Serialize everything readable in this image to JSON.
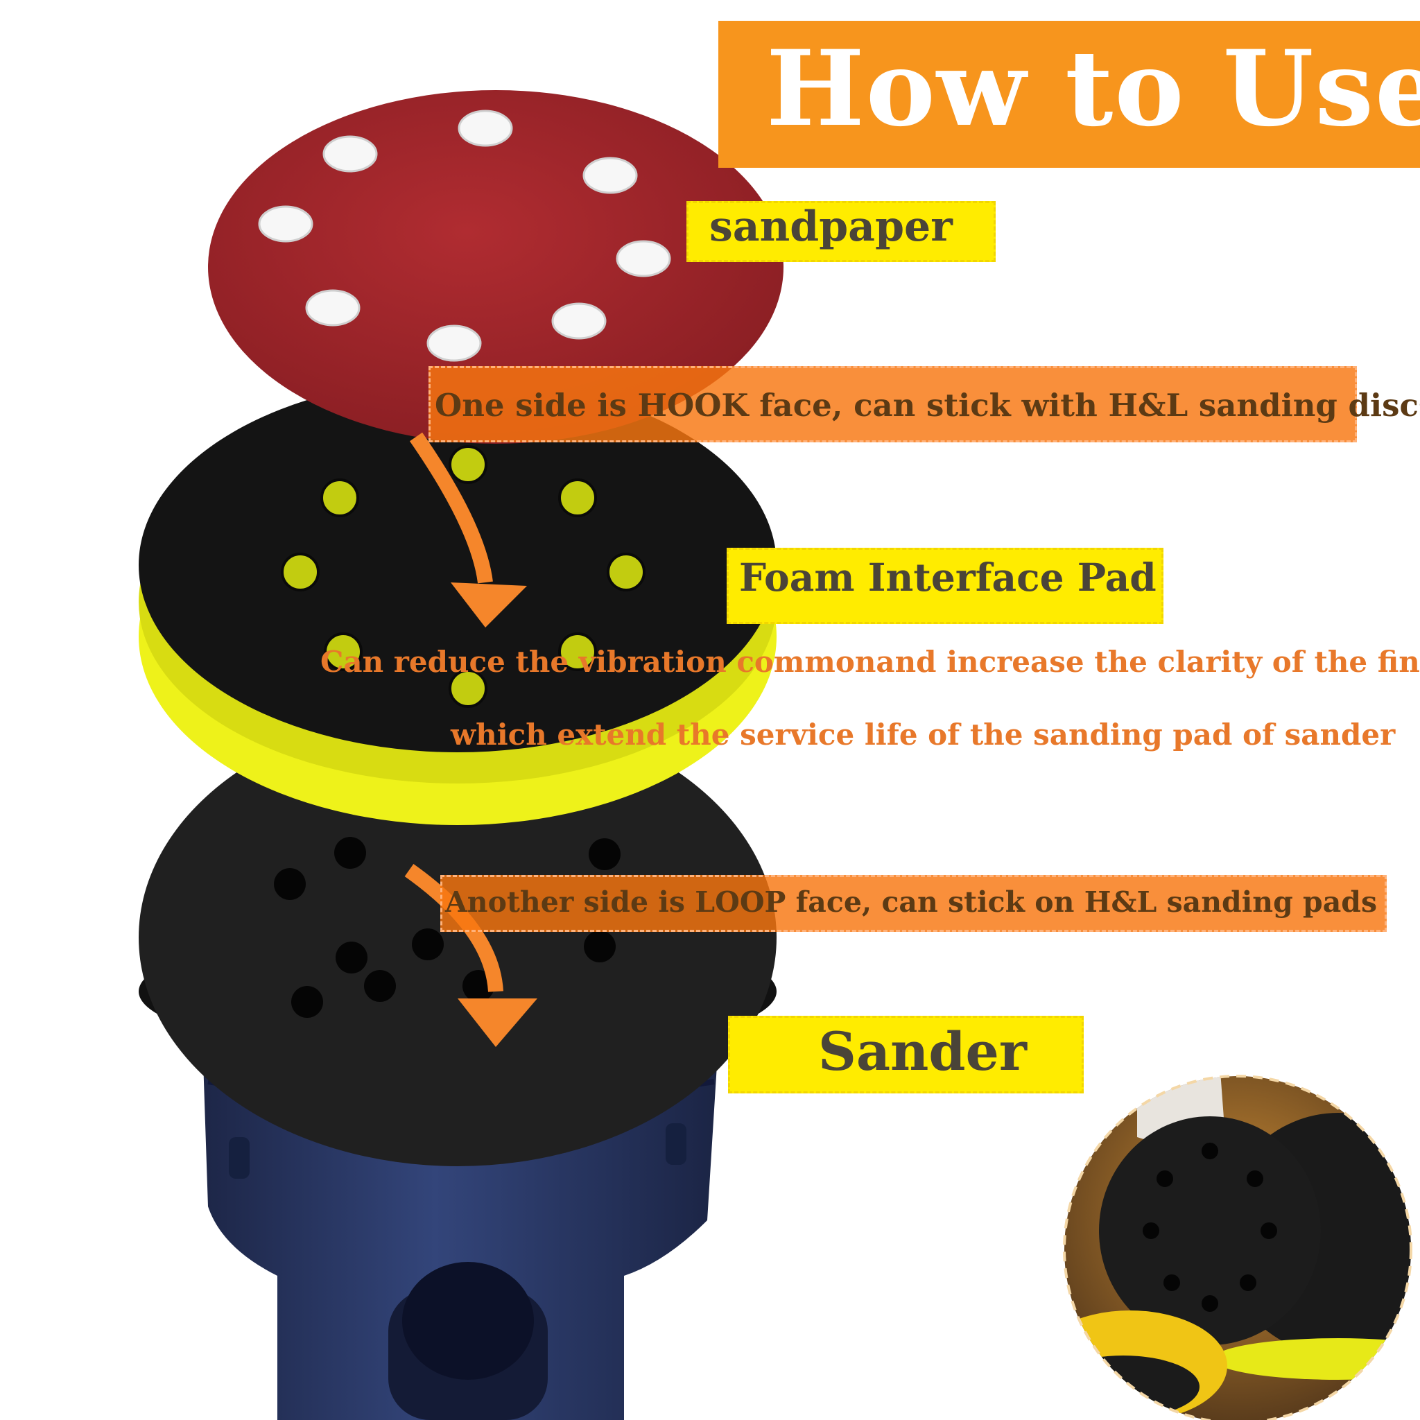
{
  "title": "How to Use",
  "labels": {
    "sandpaper": "sandpaper",
    "foam_pad": "Foam Interface Pad",
    "sander": "Sander"
  },
  "descriptions": {
    "hook_face": "One side is HOOK face, can stick with H&L sanding discs",
    "reduce_vibration": "Can reduce the vibration commonand increase the clarity of the finish",
    "extend_life": "which extend the service life of the sanding pad of sander",
    "loop_face": "Another side is LOOP face, can stick on H&L sanding pads"
  },
  "colors": {
    "banner_orange": "#f7951d",
    "label_yellow": "#ffec00",
    "note_orange": "#f87610",
    "sandpaper_red": "#a4262c",
    "foam_yellow": "#eef21a",
    "sander_blue": "#26325e",
    "arrow_orange": "#f5862b"
  }
}
